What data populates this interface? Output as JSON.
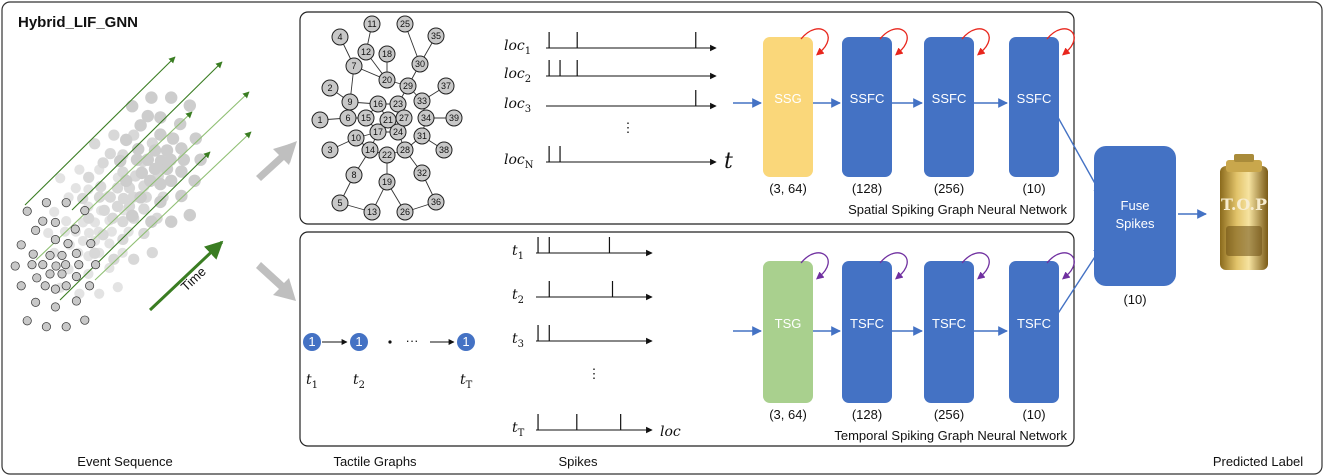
{
  "title": "Hybrid_LIF_GNN",
  "bottom_labels": {
    "event_sequence": "Event Sequence",
    "tactile_graphs": "Tactile Graphs",
    "spikes": "Spikes",
    "predicted_label": "Predicted Label"
  },
  "time_label": "Time",
  "spatial": {
    "title": "Spatial Spiking Graph Neural Network",
    "rows": [
      {
        "label": "loc",
        "sub": "1",
        "spikes": [
          0.02,
          0.2,
          0.96
        ]
      },
      {
        "label": "loc",
        "sub": "2",
        "spikes": [
          0.02,
          0.09,
          0.2
        ]
      },
      {
        "label": "loc",
        "sub": "3",
        "spikes": [
          0.96
        ]
      },
      {
        "label": "loc",
        "sub": "N",
        "spikes": [
          0.02,
          0.09
        ]
      }
    ],
    "ellipsis": "⋮",
    "axis_label": "t",
    "blocks": [
      {
        "label": "SSG",
        "dim": "(3, 64)",
        "color": "#fad77a",
        "text_color": "#ffffff"
      },
      {
        "label": "SSFC",
        "dim": "(128)",
        "color": "#4472c4",
        "text_color": "#ffffff"
      },
      {
        "label": "SSFC",
        "dim": "(256)",
        "color": "#4472c4",
        "text_color": "#ffffff"
      },
      {
        "label": "SSFC",
        "dim": "(10)",
        "color": "#4472c4",
        "text_color": "#ffffff"
      }
    ],
    "loop_color": "#e8261d"
  },
  "temporal": {
    "title": "Temporal Spiking Graph Neural Network",
    "rows": [
      {
        "label": "t",
        "sub": "1",
        "spikes": [
          0.02,
          0.13,
          0.72
        ]
      },
      {
        "label": "t",
        "sub": "2",
        "spikes": [
          0.13,
          0.75
        ]
      },
      {
        "label": "t",
        "sub": "3",
        "spikes": [
          0.02,
          0.13
        ]
      },
      {
        "label": "t",
        "sub": "T",
        "spikes": [
          0.02,
          0.4,
          0.83
        ]
      }
    ],
    "ellipsis": "⋮",
    "axis_label": "loc",
    "chain": {
      "node_text": "1",
      "ellipsis": "···",
      "labels": [
        {
          "label": "t",
          "sub": "1"
        },
        {
          "label": "t",
          "sub": "2"
        },
        {
          "label": "t",
          "sub": "T"
        }
      ]
    },
    "blocks": [
      {
        "label": "TSG",
        "dim": "(3, 64)",
        "color": "#a9d08e",
        "text_color": "#ffffff"
      },
      {
        "label": "TSFC",
        "dim": "(128)",
        "color": "#4472c4",
        "text_color": "#ffffff"
      },
      {
        "label": "TSFC",
        "dim": "(256)",
        "color": "#4472c4",
        "text_color": "#ffffff"
      },
      {
        "label": "TSFC",
        "dim": "(10)",
        "color": "#4472c4",
        "text_color": "#ffffff"
      }
    ],
    "loop_color": "#7030a0"
  },
  "fuse": {
    "label_line1": "Fuse",
    "label_line2": "Spikes",
    "dim": "(10)",
    "color": "#4472c4"
  },
  "graph_nodes": [
    {
      "id": "1"
    },
    {
      "id": "2"
    },
    {
      "id": "3"
    },
    {
      "id": "4"
    },
    {
      "id": "5"
    },
    {
      "id": "6"
    },
    {
      "id": "7"
    },
    {
      "id": "8"
    },
    {
      "id": "9"
    },
    {
      "id": "10"
    },
    {
      "id": "11"
    },
    {
      "id": "12"
    },
    {
      "id": "13"
    },
    {
      "id": "14"
    },
    {
      "id": "15"
    },
    {
      "id": "16"
    },
    {
      "id": "17"
    },
    {
      "id": "18"
    },
    {
      "id": "19"
    },
    {
      "id": "20"
    },
    {
      "id": "21"
    },
    {
      "id": "22"
    },
    {
      "id": "23"
    },
    {
      "id": "24"
    },
    {
      "id": "25"
    },
    {
      "id": "26"
    },
    {
      "id": "27"
    },
    {
      "id": "28"
    },
    {
      "id": "29"
    },
    {
      "id": "30"
    },
    {
      "id": "31"
    },
    {
      "id": "32"
    },
    {
      "id": "33"
    },
    {
      "id": "34"
    },
    {
      "id": "35"
    },
    {
      "id": "36"
    },
    {
      "id": "37"
    },
    {
      "id": "38"
    },
    {
      "id": "39"
    }
  ],
  "product_brand": "T.O.P",
  "colors": {
    "arrow_blue": "#4472c4",
    "big_arrow_gray": "#bfbfbf",
    "time_green": "#3a7d22"
  }
}
